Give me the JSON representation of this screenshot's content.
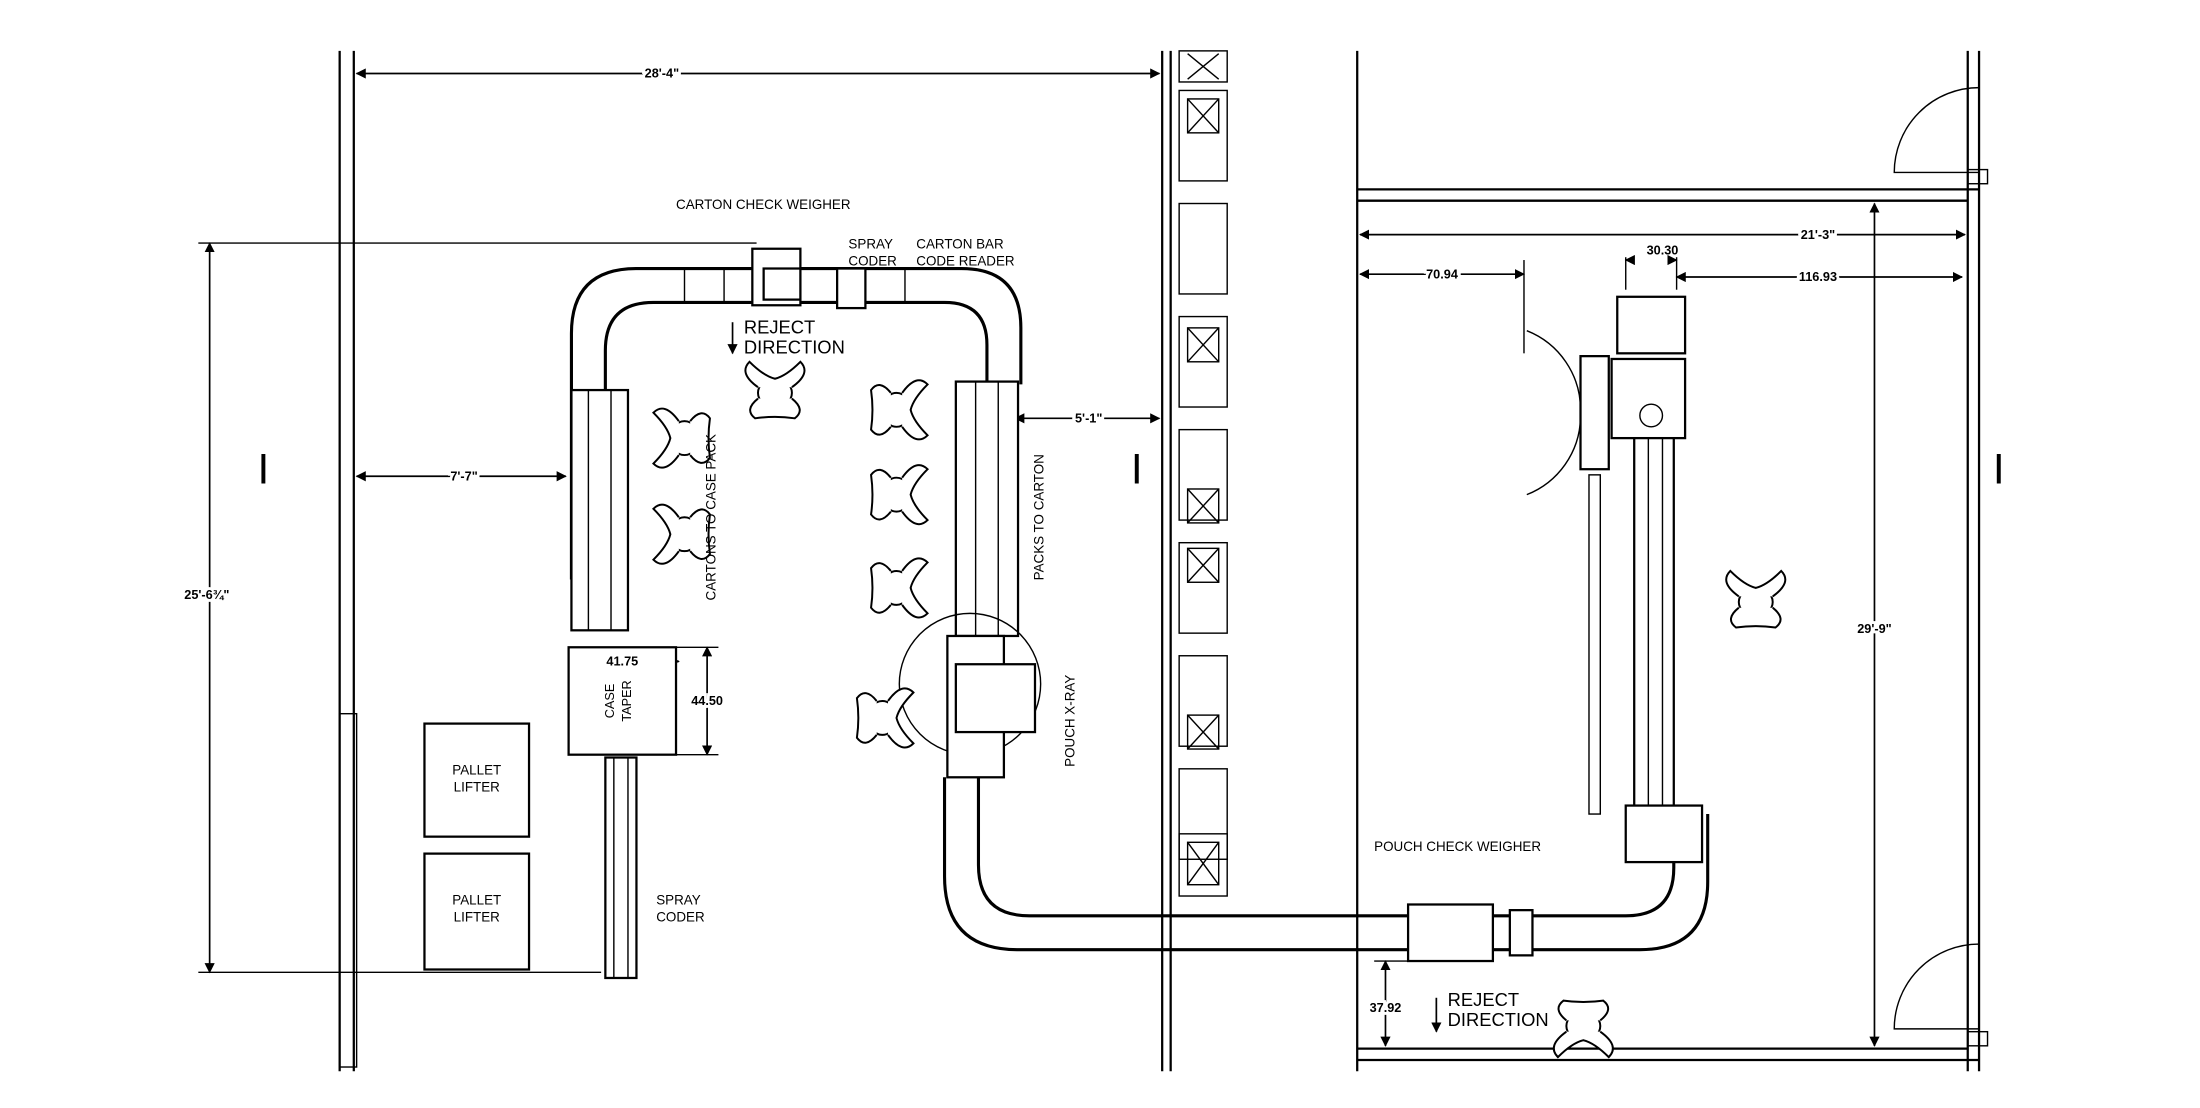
{
  "labels": {
    "carton_check_weigher": "CARTON CHECK WEIGHER",
    "spray_coder_top_1": "SPRAY",
    "spray_coder_top_2": "CODER",
    "carton_bar_code_1": "CARTON BAR",
    "carton_bar_code_2": "CODE READER",
    "reject_direction_top_1": "REJECT",
    "reject_direction_top_2": "DIRECTION",
    "cartons_to_case_pack": "CARTONS TO CASE PACK",
    "packs_to_carton": "PACKS TO CARTON",
    "pouch_xray": "POUCH X-RAY",
    "case_taper_1": "CASE",
    "case_taper_2": "TAPER",
    "pallet_lifter_1_a": "PALLET",
    "pallet_lifter_1_b": "LIFTER",
    "pallet_lifter_2_a": "PALLET",
    "pallet_lifter_2_b": "LIFTER",
    "spray_coder_bottom_1": "SPRAY",
    "spray_coder_bottom_2": "CODER",
    "pouch_check_weigher": "POUCH CHECK WEIGHER",
    "reject_direction_bottom_1": "REJECT",
    "reject_direction_bottom_2": "DIRECTION",
    "column_marker": "I"
  },
  "dimensions": {
    "top_width": "28'-4\"",
    "left_height": "25'-6¾\"",
    "left_offset": "7'-7\"",
    "aisle_gap": "5'-1\"",
    "taper_width": "41.75",
    "taper_depth": "44.50",
    "room_width": "21'-3\"",
    "room_height": "29'-9\"",
    "dim_70_94": "70.94",
    "dim_30_30": "30.30",
    "dim_116_93": "116.93",
    "dim_37_92": "37.92"
  }
}
